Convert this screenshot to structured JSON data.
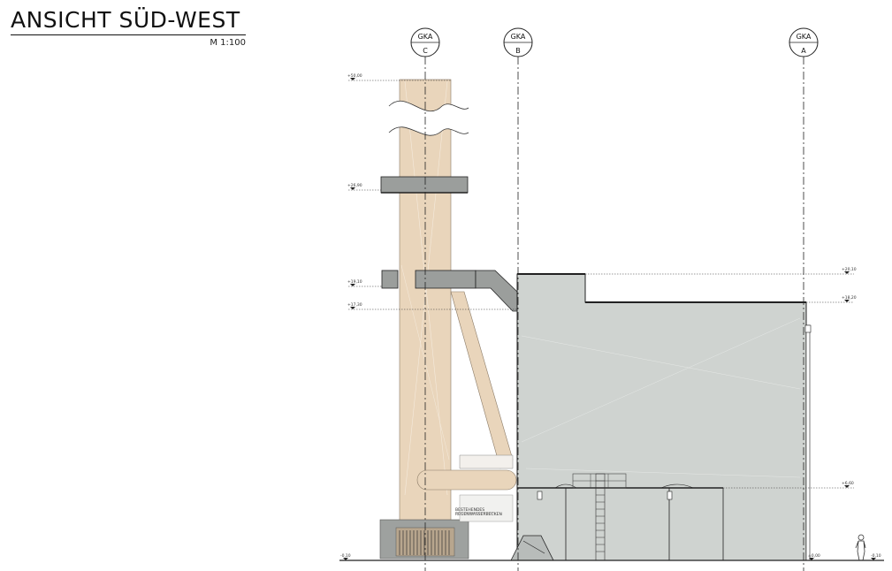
{
  "drawing": {
    "title": "ANSICHT SÜD-WEST",
    "scale": "M 1:100"
  },
  "axes": [
    {
      "top": "GKA",
      "bottom": "C"
    },
    {
      "top": "GKA",
      "bottom": "B"
    },
    {
      "top": "GKA",
      "bottom": "A"
    }
  ],
  "levels": {
    "l1": "+50,00",
    "l2": "+26,90",
    "l3": "+19,10",
    "l4": "+17,30",
    "l5": "+20,10",
    "l6": "+18,20",
    "l7": "+6,60",
    "l8": "-0,10",
    "l9": "-0,10",
    "l10": "±0,00"
  },
  "annotation": {
    "line1": "BESTEHENDES",
    "line2": "REGENWASSERBECKEN"
  },
  "colors": {
    "chimney": "#e9d5bb",
    "building": "#cfd3d0",
    "platform": "#9b9e9c"
  }
}
